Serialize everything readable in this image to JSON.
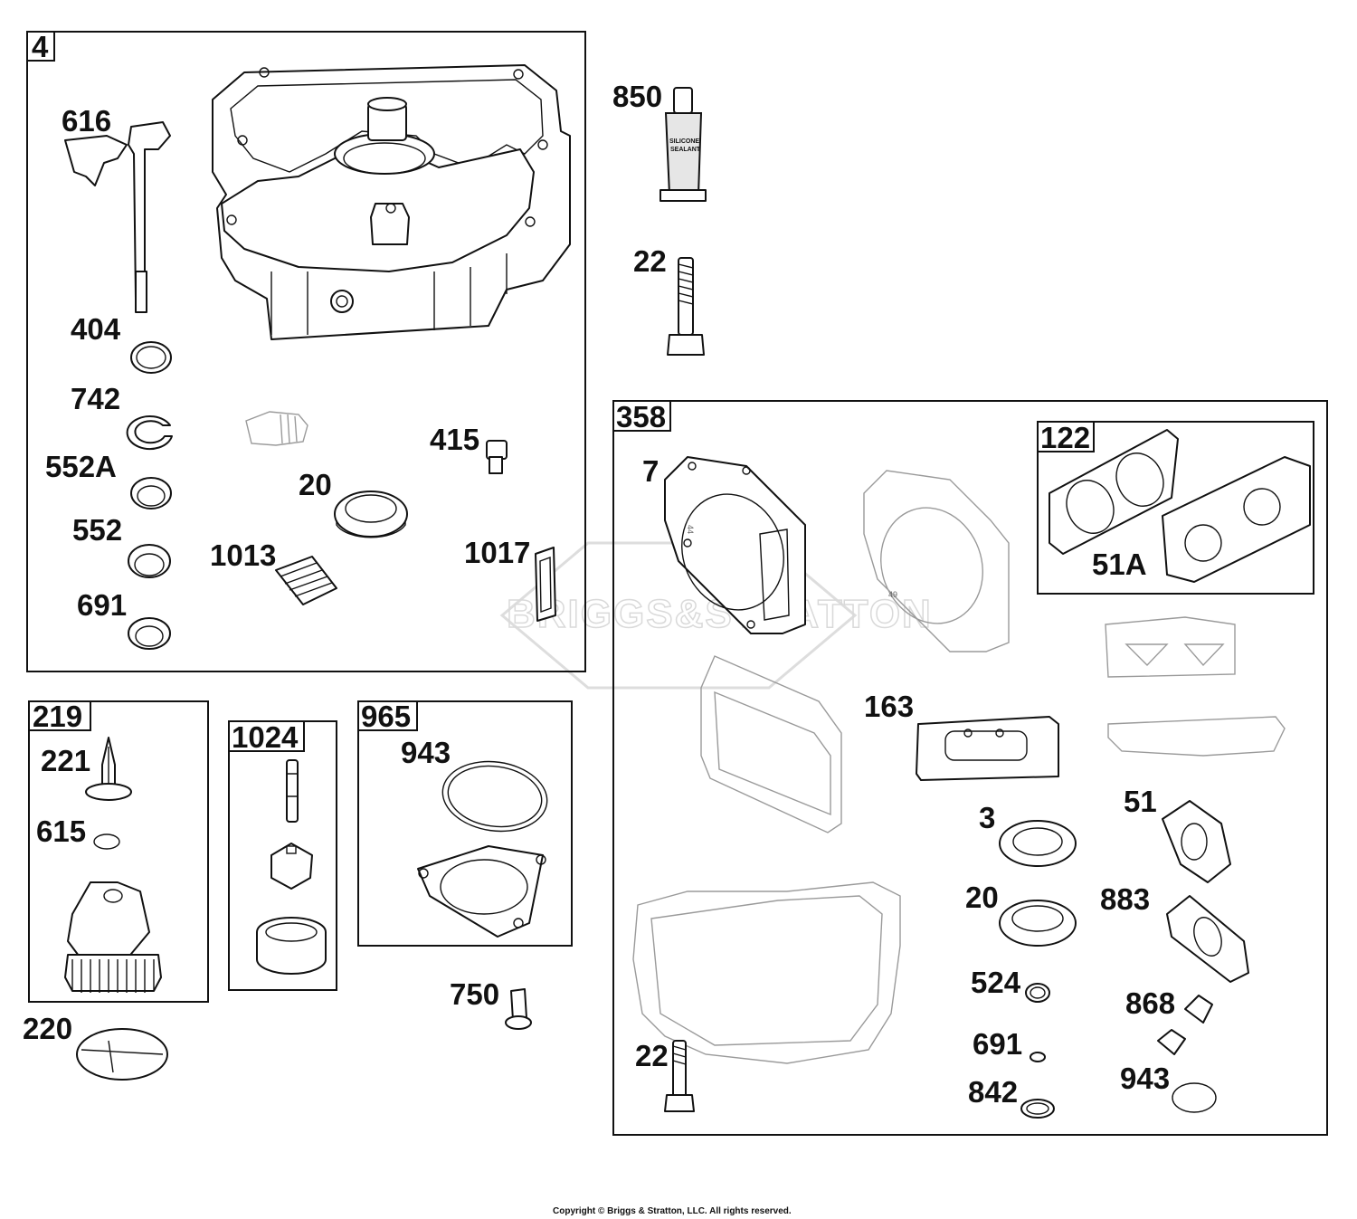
{
  "watermark": {
    "text": "BRIGGS&STRATTON"
  },
  "copyright": "Copyright © Briggs & Stratton, LLC. All rights reserved.",
  "sealant_tube": {
    "line1": "SILICONE",
    "line2": "SEALANT"
  },
  "gasket_marks": {
    "left": "44",
    "right": "49"
  },
  "kits": {
    "k4": "4",
    "k219": "219",
    "k1024": "1024",
    "k965": "965",
    "k358": "358",
    "k122": "122"
  },
  "parts": {
    "p616": "616",
    "p404": "404",
    "p742": "742",
    "p552a": "552A",
    "p552": "552",
    "p691a": "691",
    "p20a": "20",
    "p415": "415",
    "p1013": "1013",
    "p1017": "1017",
    "p850": "850",
    "p22a": "22",
    "p221": "221",
    "p615": "615",
    "p220": "220",
    "p943a": "943",
    "p750": "750",
    "p7": "7",
    "p51a": "51A",
    "p163": "163",
    "p3": "3",
    "p51": "51",
    "p20b": "20",
    "p883": "883",
    "p524": "524",
    "p868": "868",
    "p691b": "691",
    "p22b": "22",
    "p842": "842",
    "p943b": "943"
  }
}
